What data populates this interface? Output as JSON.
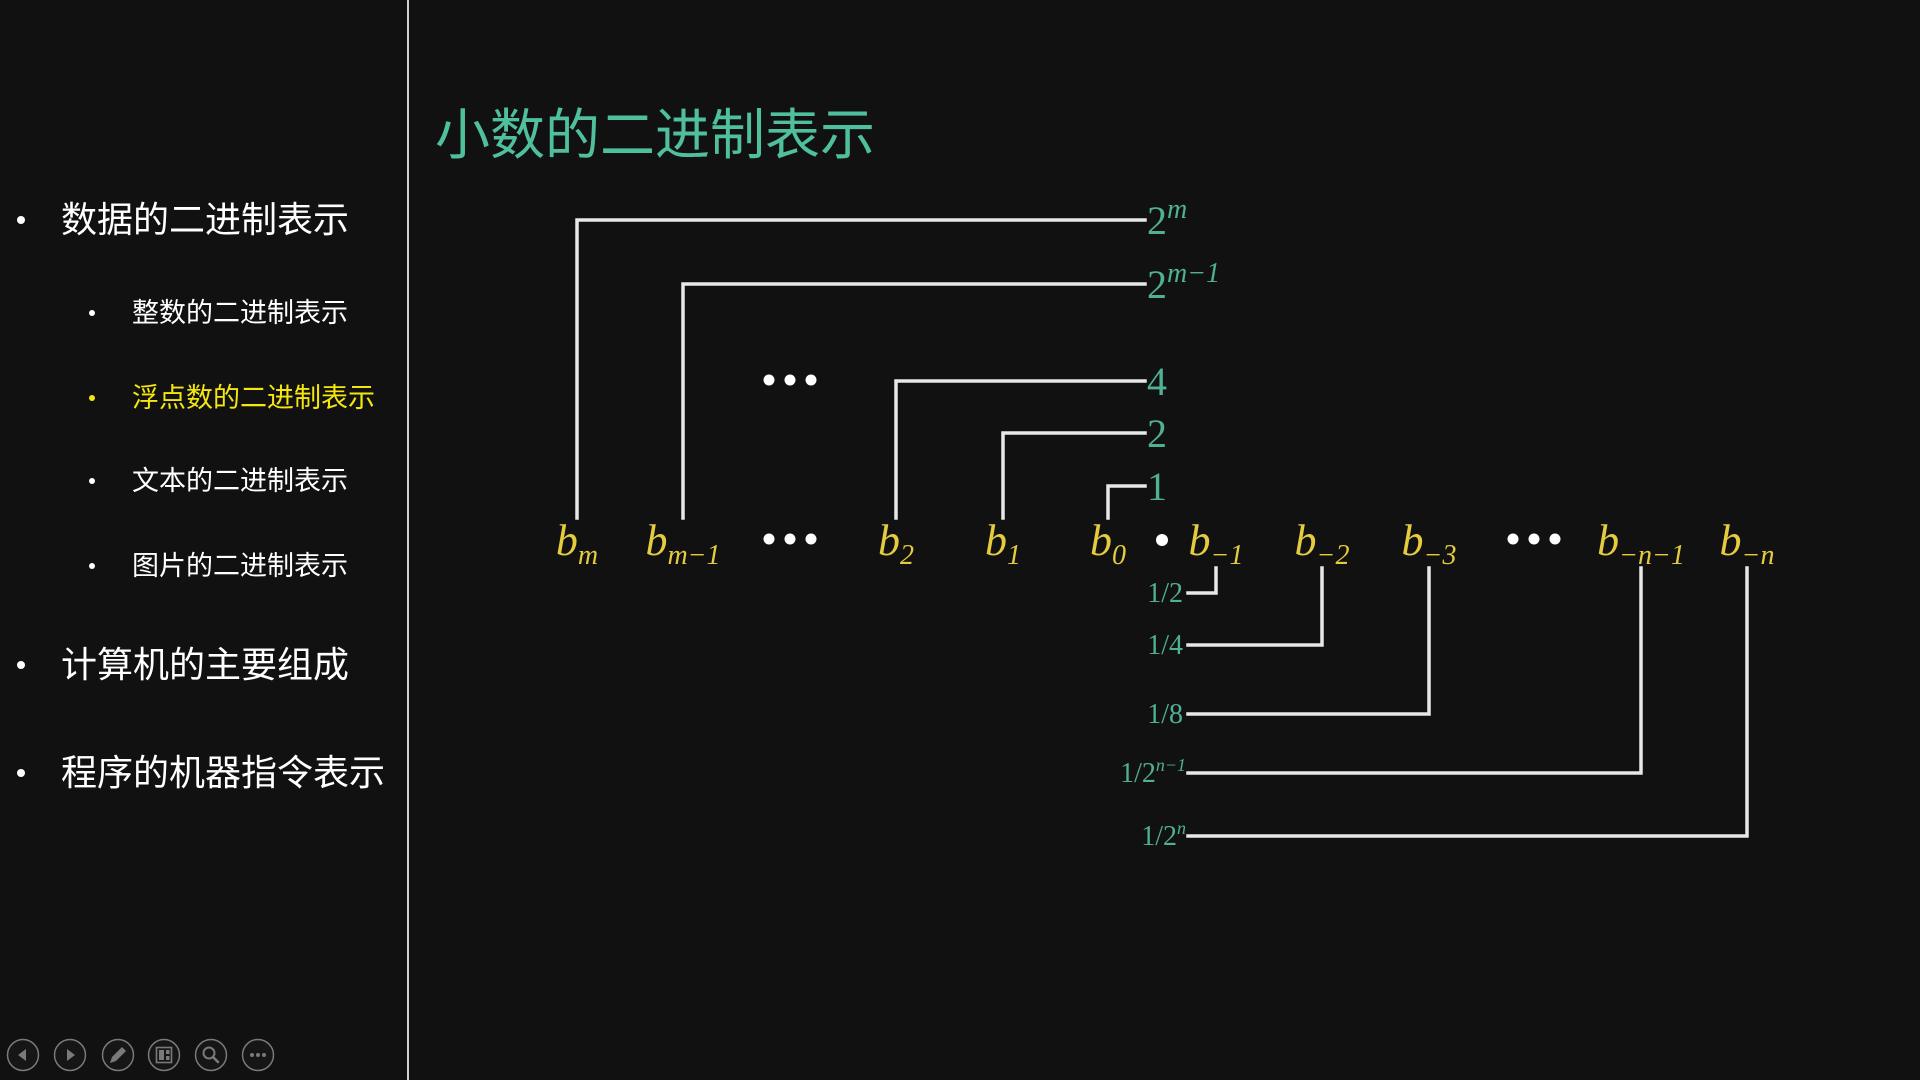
{
  "slide": {
    "title": "小数的二进制表示"
  },
  "sidebar": {
    "sections": [
      {
        "label": "数据的二进制表示",
        "subsections": [
          {
            "label": "整数的二进制表示"
          },
          {
            "label": "浮点数的二进制表示",
            "active": true
          },
          {
            "label": "文本的二进制表示"
          },
          {
            "label": "图片的二进制表示"
          }
        ]
      },
      {
        "label": "计算机的主要组成"
      },
      {
        "label": "程序的机器指令表示"
      }
    ]
  },
  "diagram": {
    "bits": [
      {
        "base": "b",
        "sub": "m"
      },
      {
        "base": "b",
        "sub": "m−1"
      },
      {
        "base": "b",
        "sub": "2"
      },
      {
        "base": "b",
        "sub": "1"
      },
      {
        "base": "b",
        "sub": "0"
      },
      {
        "base": "b",
        "sub": "−1"
      },
      {
        "base": "b",
        "sub": "−2"
      },
      {
        "base": "b",
        "sub": "−3"
      },
      {
        "base": "b",
        "sub": "−n−1"
      },
      {
        "base": "b",
        "sub": "−n"
      }
    ],
    "integer_weights": [
      {
        "base": "2",
        "sup": "m"
      },
      {
        "base": "2",
        "sup": "m−1"
      },
      {
        "base": "4"
      },
      {
        "base": "2"
      },
      {
        "base": "1"
      }
    ],
    "fraction_weights": [
      {
        "base": "1/2"
      },
      {
        "base": "1/4"
      },
      {
        "base": "1/8"
      },
      {
        "base": "1/2",
        "sup": "n−1"
      },
      {
        "base": "1/2",
        "sup": "n"
      }
    ]
  },
  "toolbar": {
    "icons": [
      "previous-slide-icon",
      "next-slide-icon",
      "pen-icon",
      "see-all-slides-icon",
      "zoom-icon",
      "more-options-icon"
    ]
  },
  "colors": {
    "background": "#111111",
    "title": "#4fbf9d",
    "nav_text": "#ffffff",
    "active_nav": "#f5e60f",
    "weight_labels": "#50b094",
    "bit_labels": "#e5cc3f",
    "lines": "#e8e8e8",
    "divider": "#cfcfcf",
    "toolbar_icons": "#7a7a7a"
  }
}
